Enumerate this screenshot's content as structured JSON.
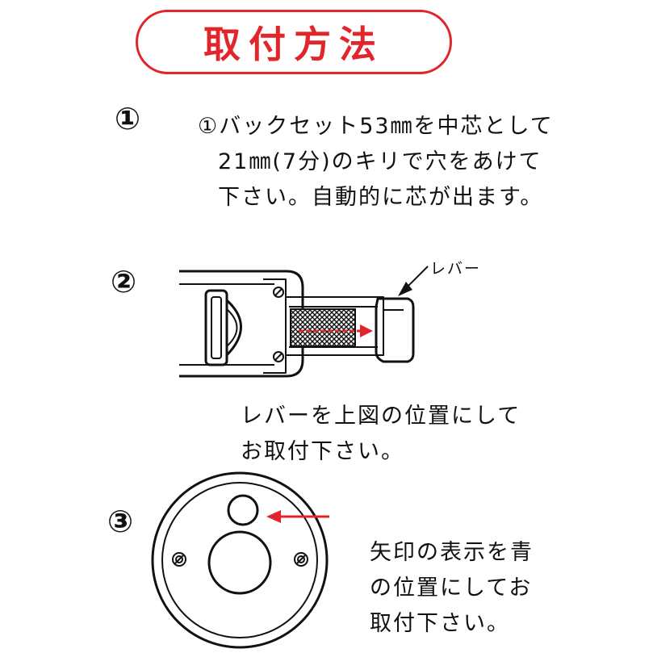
{
  "title": "取付方法",
  "steps": [
    {
      "number": "①",
      "lines": [
        "①バックセット53㎜を中芯として",
        "21㎜(7分)のキリで穴をあけて",
        "下さい。自動的に芯が出ます。"
      ]
    },
    {
      "number": "②",
      "callout": "レバー",
      "lines": [
        "レバーを上図の位置にして",
        "お取付下さい。"
      ]
    },
    {
      "number": "③",
      "lines": [
        "矢印の表示を青",
        "の位置にしてお",
        "取付下さい。"
      ]
    }
  ],
  "colors": {
    "accent_red": "#e0262b",
    "ink": "#111111"
  },
  "icons": [
    "lever-latch-illustration",
    "rose-plate-illustration",
    "red-arrow-icon",
    "screw-icon"
  ]
}
